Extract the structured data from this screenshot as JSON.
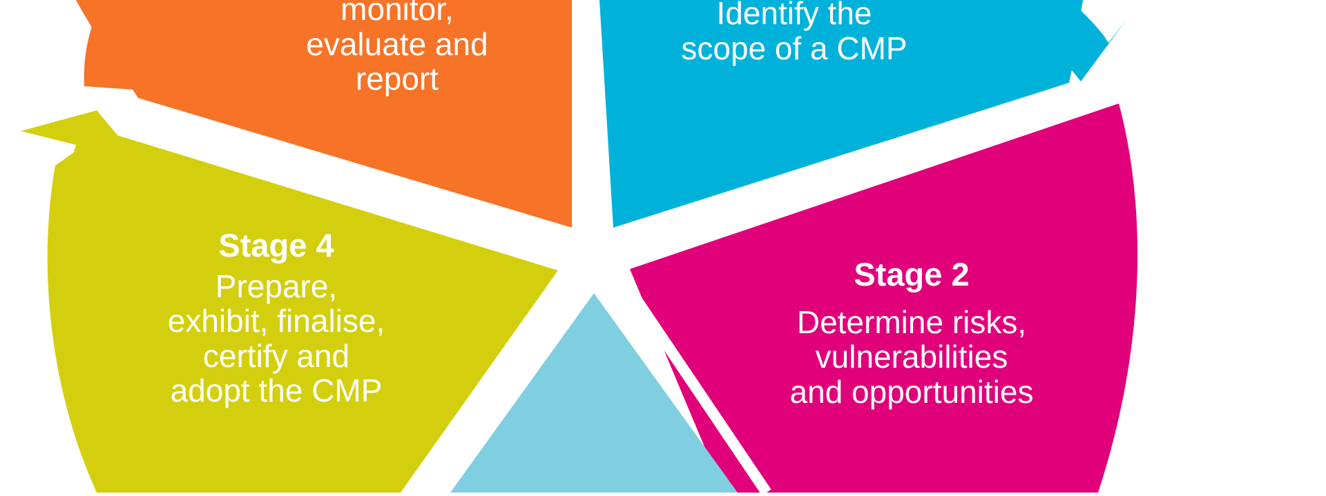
{
  "colors": {
    "stage1": "#00b2da",
    "stage2": "#e0007a",
    "stage3": "#80cfe0",
    "stage4": "#d4cf0e",
    "stage5": "#f67327",
    "background": "#ffffff"
  },
  "stages": {
    "stage1": {
      "description": "Identify the\nscope of a CMP"
    },
    "stage2": {
      "title": "Stage 2",
      "description": "Determine risks,\nvulnerabilities\nand opportunities"
    },
    "stage4": {
      "title": "Stage 4",
      "description": "Prepare,\nexhibit, finalise,\ncertify and\nadopt the CMP"
    },
    "stage5": {
      "description": "monitor,\nevaluate and\nreport"
    }
  }
}
